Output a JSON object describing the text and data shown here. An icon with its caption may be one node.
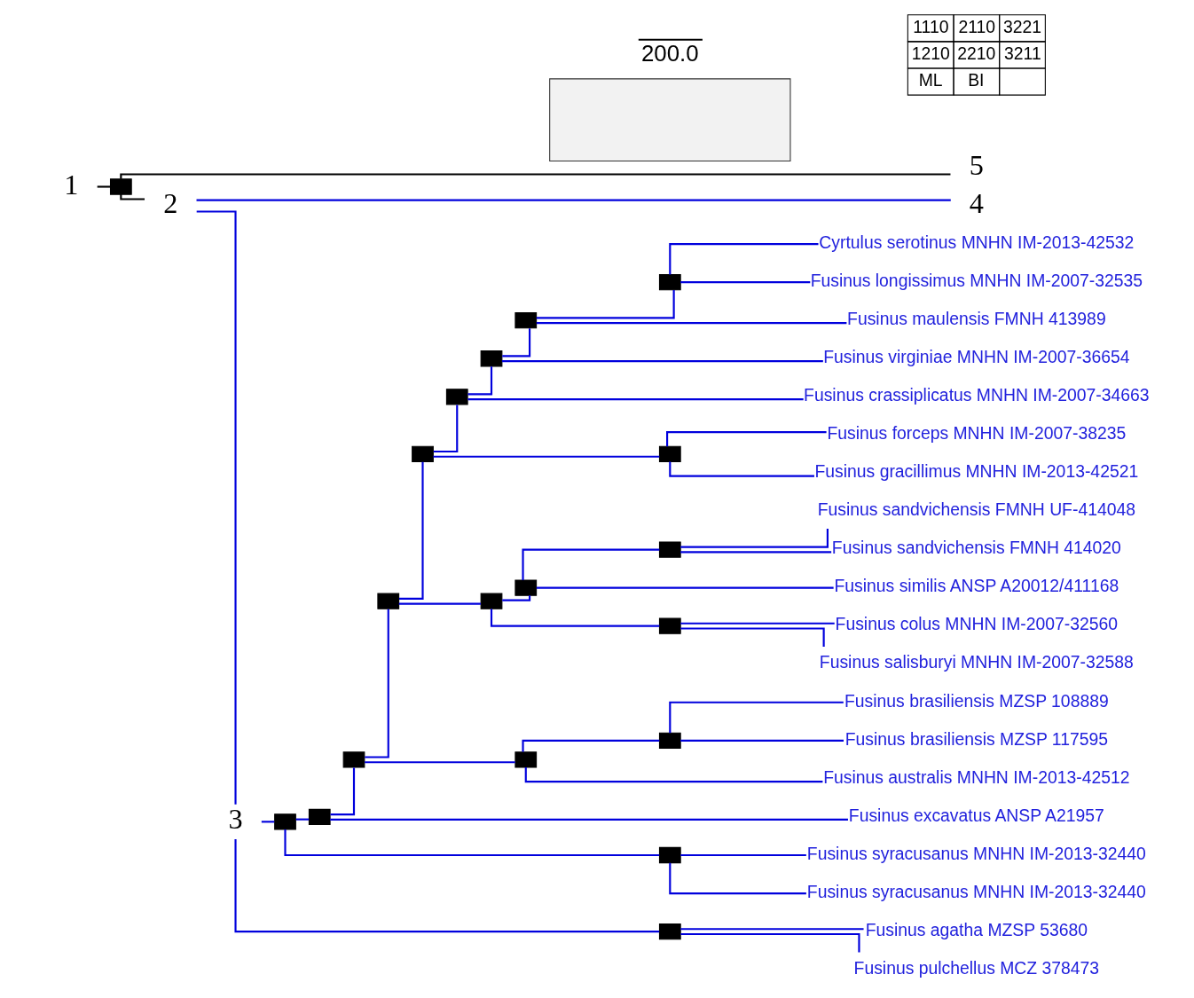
{
  "diagram": {
    "nodes": [
      {
        "text": [
          "1"
        ]
      },
      {
        "text": [],
        "shape": "box"
      },
      {
        "text": [
          "5"
        ]
      },
      {
        "text": [
          "2"
        ]
      },
      {
        "text": [
          "4"
        ]
      },
      {
        "text": [
          "3"
        ]
      },
      {
        "text": [],
        "shape": "box"
      },
      {
        "text": [],
        "shape": "box"
      },
      {
        "text": [],
        "shape": "box"
      },
      {
        "text": [],
        "shape": "box"
      },
      {
        "text": [],
        "shape": "box"
      },
      {
        "text": [],
        "shape": "box"
      },
      {
        "text": [],
        "shape": "box"
      },
      {
        "text": [],
        "shape": "box"
      },
      {
        "text": [],
        "shape": "box"
      },
      {
        "text": [
          "Cyrtulus serotinus MNHN IM-2013-42532"
        ]
      },
      {
        "text": [
          "Fusinus longissimus MNHN IM-2007-32535"
        ]
      },
      {
        "text": [
          "Fusinus maulensis FMNH 413989"
        ]
      },
      {
        "text": [
          "Fusinus virginiae MNHN IM-2007-36654"
        ]
      },
      {
        "text": [
          "Fusinus crassiplicatus MNHN IM-2007-34663"
        ]
      },
      {
        "text": [],
        "shape": "box"
      },
      {
        "text": [
          "Fusinus forceps MNHN IM-2007-38235"
        ]
      },
      {
        "text": [
          "Fusinus gracillimus MNHN IM-2013-42521"
        ]
      },
      {
        "text": [],
        "shape": "box"
      },
      {
        "text": [],
        "shape": "box"
      },
      {
        "text": [],
        "shape": "box"
      },
      {
        "text": [
          "Fusinus sandvichensis FMNH UF-414048"
        ]
      },
      {
        "text": [
          "Fusinus sandvichensis FMNH 414020"
        ]
      },
      {
        "text": [
          "Fusinus similis ANSP A20012/411168"
        ]
      },
      {
        "text": [],
        "shape": "box"
      },
      {
        "text": [
          "Fusinus colus MNHN IM-2007-32560"
        ]
      },
      {
        "text": [
          "Fusinus salisburyi MNHN IM-2007-32588"
        ]
      },
      {
        "text": [],
        "shape": "box"
      },
      {
        "text": [],
        "shape": "box"
      },
      {
        "text": [
          "Fusinus brasiliensis MZSP 108889"
        ]
      },
      {
        "text": [
          "Fusinus brasiliensis MZSP 117595"
        ]
      },
      {
        "text": [
          "Fusinus australis MNHN IM-2013-42512"
        ]
      },
      {
        "text": [
          "Fusinus excavatus ANSP A21957"
        ]
      },
      {
        "text": [],
        "shape": "box"
      },
      {
        "text": [
          "Fusinus syracusanus MNHN IM-2013-32440"
        ]
      },
      {
        "text": [
          "Fusinus syracusanus MNHN IM-2013-32440"
        ]
      },
      {
        "text": [],
        "shape": "box"
      },
      {
        "text": [
          "Fusinus agatha MZSP 53680"
        ]
      },
      {
        "text": [
          "Fusinus pulchellus MCZ 378473"
        ]
      },
      {
        "text": [],
        "shape": "box"
      }
    ],
    "edges": [
      {
        "from": 0,
        "to": 1,
        "arrow": "none",
        "color": "#000000"
      },
      {
        "from": 1,
        "to": 2,
        "arrow": "none",
        "color": "#000000"
      },
      {
        "from": 1,
        "to": 3,
        "arrow": "none",
        "color": "#000000"
      },
      {
        "from": 3,
        "to": 4,
        "arrow": "none"
      },
      {
        "from": 3,
        "to": 5,
        "arrow": "none"
      },
      {
        "from": 5,
        "to": 6,
        "arrow": "none"
      },
      {
        "from": 5,
        "to": 41,
        "arrow": "none"
      },
      {
        "from": 6,
        "to": 7,
        "arrow": "none"
      },
      {
        "from": 6,
        "to": 38,
        "arrow": "none"
      },
      {
        "from": 7,
        "to": 8,
        "arrow": "none"
      },
      {
        "from": 7,
        "to": 37,
        "arrow": "none"
      },
      {
        "from": 8,
        "to": 9,
        "arrow": "none"
      },
      {
        "from": 8,
        "to": 32,
        "arrow": "none"
      },
      {
        "from": 9,
        "to": 10,
        "arrow": "none"
      },
      {
        "from": 9,
        "to": 23,
        "arrow": "none"
      },
      {
        "from": 10,
        "to": 11,
        "arrow": "none"
      },
      {
        "from": 10,
        "to": 20,
        "arrow": "none"
      },
      {
        "from": 11,
        "to": 12,
        "arrow": "none"
      },
      {
        "from": 11,
        "to": 19,
        "arrow": "none"
      },
      {
        "from": 12,
        "to": 13,
        "arrow": "none"
      },
      {
        "from": 12,
        "to": 18,
        "arrow": "none"
      },
      {
        "from": 13,
        "to": 14,
        "arrow": "none"
      },
      {
        "from": 13,
        "to": 17,
        "arrow": "none"
      },
      {
        "from": 14,
        "to": 15,
        "arrow": "none"
      },
      {
        "from": 14,
        "to": 16,
        "arrow": "none"
      },
      {
        "from": 20,
        "to": 21,
        "arrow": "none"
      },
      {
        "from": 20,
        "to": 22,
        "arrow": "none"
      },
      {
        "from": 23,
        "to": 24,
        "arrow": "none"
      },
      {
        "from": 23,
        "to": 29,
        "arrow": "none"
      },
      {
        "from": 24,
        "to": 25,
        "arrow": "none"
      },
      {
        "from": 24,
        "to": 28,
        "arrow": "none"
      },
      {
        "from": 25,
        "to": 26,
        "arrow": "none"
      },
      {
        "from": 25,
        "to": 27,
        "arrow": "none"
      },
      {
        "from": 29,
        "to": 30,
        "arrow": "none"
      },
      {
        "from": 29,
        "to": 31,
        "arrow": "none"
      },
      {
        "from": 32,
        "to": 33,
        "arrow": "none"
      },
      {
        "from": 32,
        "to": 36,
        "arrow": "none"
      },
      {
        "from": 33,
        "to": 34,
        "arrow": "none"
      },
      {
        "from": 33,
        "to": 35,
        "arrow": "none"
      },
      {
        "from": 38,
        "to": 39,
        "arrow": "none"
      },
      {
        "from": 38,
        "to": 40,
        "arrow": "none"
      },
      {
        "from": 41,
        "to": 42,
        "arrow": "none"
      },
      {
        "from": 41,
        "to": 43,
        "arrow": "none"
      }
    ],
    "labels": [
      "200.0",
      "1110",
      "2110",
      "3221",
      "1210",
      "2210",
      "3211",
      "ML",
      "BI"
    ]
  }
}
